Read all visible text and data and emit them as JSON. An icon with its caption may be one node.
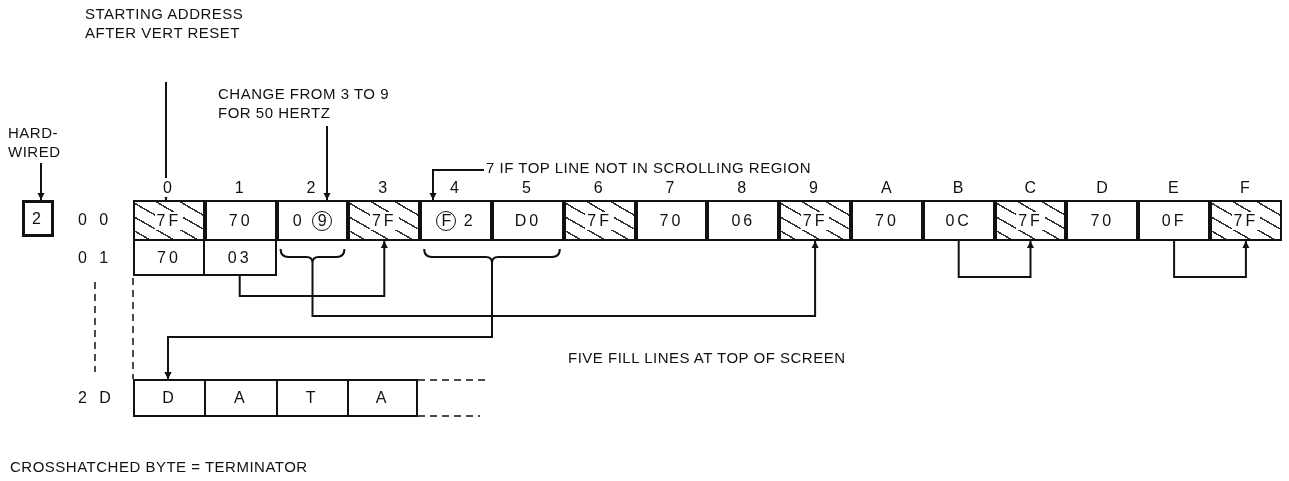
{
  "diagram": {
    "nodes": [
      {
        "text": [
          "STARTING ADDRESS AFTER VERT RESET"
        ]
      },
      {
        "text": [
          "CHANGE FROM 3 TO 9 FOR 50 HERTZ"
        ]
      },
      {
        "text": [
          "HARD- WIRED"
        ]
      },
      {
        "text": [
          "7 IF TOP LINE NOT IN SCROLLING REGION"
        ]
      },
      {
        "text": [
          "2"
        ]
      },
      {
        "text": [
          "7F"
        ]
      },
      {
        "text": [
          "70"
        ]
      },
      {
        "text": [
          "0 9"
        ]
      },
      {
        "text": [
          "7F"
        ]
      },
      {
        "text": [
          "F 2"
        ]
      },
      {
        "text": [
          "D0"
        ]
      },
      {
        "text": [
          "7F"
        ]
      },
      {
        "text": [
          "70"
        ]
      },
      {
        "text": [
          "06"
        ]
      },
      {
        "text": [
          "7F"
        ]
      },
      {
        "text": [
          "70"
        ]
      },
      {
        "text": [
          "0C"
        ]
      },
      {
        "text": [
          "7F"
        ]
      },
      {
        "text": [
          "70"
        ]
      },
      {
        "text": [
          "0F"
        ]
      },
      {
        "text": [
          "7F"
        ]
      },
      {
        "text": [
          "70"
        ]
      },
      {
        "text": [
          "03"
        ]
      },
      {
        "text": [
          "D"
        ]
      },
      {
        "text": [
          "A"
        ]
      },
      {
        "text": [
          "T"
        ]
      },
      {
        "text": [
          "A"
        ]
      }
    ],
    "edges": [
      {
        "from": 0,
        "to": 5,
        "arrow": "to"
      },
      {
        "from": 1,
        "to": 7,
        "arrow": "to"
      },
      {
        "from": 2,
        "to": 4,
        "arrow": "to"
      },
      {
        "from": 3,
        "to": 9,
        "arrow": "to"
      },
      {
        "from": 22,
        "to": 8,
        "arrow": "to"
      },
      {
        "from": 7,
        "to": 14,
        "arrow": "to"
      },
      {
        "from": 9,
        "to": 23,
        "arrow": "to"
      },
      {
        "from": 10,
        "to": 23,
        "arrow": "to"
      },
      {
        "from": 16,
        "to": 17,
        "arrow": "to"
      },
      {
        "from": 19,
        "to": 20,
        "arrow": "to"
      }
    ],
    "labels": [
      "0",
      "1",
      "2",
      "3",
      "4",
      "5",
      "6",
      "7",
      "8",
      "9",
      "A",
      "B",
      "C",
      "D",
      "E",
      "F",
      "0 0",
      "0 1",
      "FIVE FILL LINES AT TOP OF SCREEN",
      "2 D",
      "CROSSHATCHED BYTE = TERMINATOR"
    ]
  }
}
